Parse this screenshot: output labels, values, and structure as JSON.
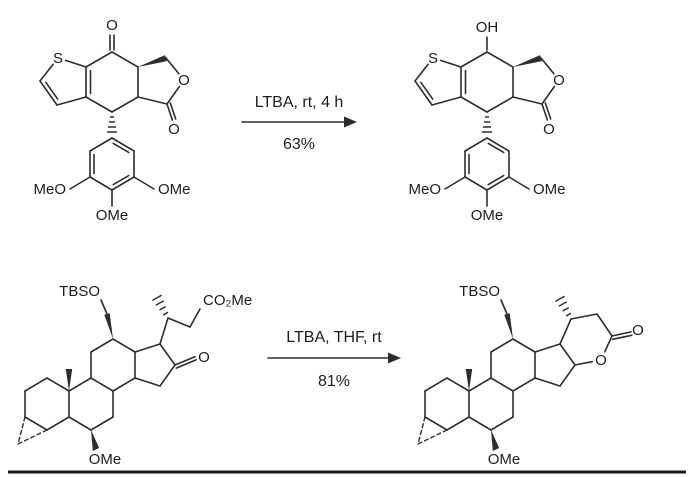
{
  "scheme": {
    "reaction1": {
      "conditions": "LTBA, rt, 4 h",
      "yield": "63%",
      "reactant": {
        "ketone_o": "O",
        "s": "S",
        "ring_o": "O",
        "carbonyl_o": "O",
        "meo_left": "MeO",
        "ome_bottom": "OMe",
        "ome_right": "OMe"
      },
      "product": {
        "oh": "OH",
        "s": "S",
        "ring_o": "O",
        "carbonyl_o": "O",
        "meo_left": "MeO",
        "ome_bottom": "OMe",
        "ome_right": "OMe"
      }
    },
    "reaction2": {
      "conditions": "LTBA, THF, rt",
      "yield": "81%",
      "reactant": {
        "tbso": "TBSO",
        "ester": "CO₂Me",
        "ketone_o": "O",
        "ome_bottom": "OMe"
      },
      "product": {
        "tbso": "TBSO",
        "ring_o": "O",
        "carbonyl_o": "O",
        "ome_bottom": "OMe"
      }
    }
  }
}
